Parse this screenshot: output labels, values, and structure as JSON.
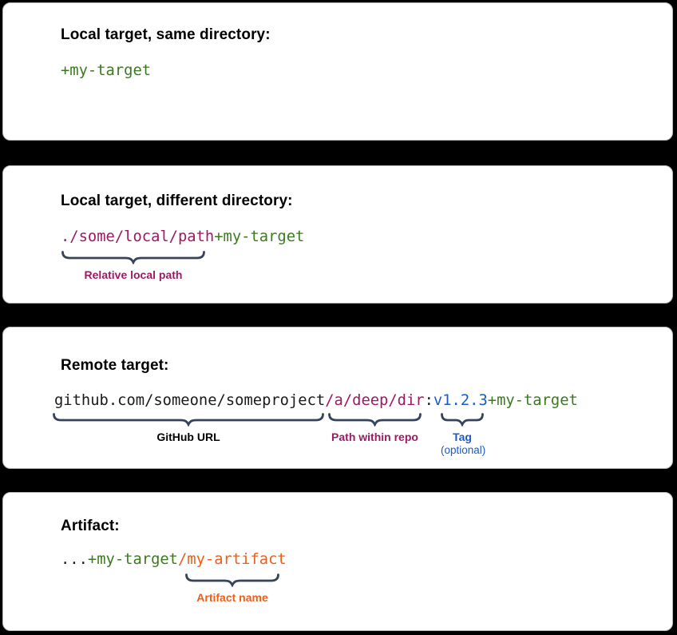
{
  "colors": {
    "plain": "#1a1a1a",
    "green": "#3a7a1f",
    "magenta": "#9b1a64",
    "blue": "#1a5bcb",
    "orange": "#ee5e1a",
    "brace": "#36435a",
    "heading": "#000000"
  },
  "panels": [
    {
      "title": "Local target, same directory:",
      "code": [
        {
          "text": "+my-target",
          "color": "green"
        }
      ],
      "annotations": []
    },
    {
      "title": "Local target, different directory:",
      "code": [
        {
          "text": "./some/local/path",
          "color": "magenta"
        },
        {
          "text": "+my-target",
          "color": "green"
        }
      ],
      "annotations": [
        {
          "label": "Relative local path",
          "color": "magenta"
        }
      ]
    },
    {
      "title": "Remote target:",
      "code": [
        {
          "text": "github.com/someone/someproject",
          "color": "plain"
        },
        {
          "text": "/a/deep/dir",
          "color": "magenta"
        },
        {
          "text": ":",
          "color": "plain"
        },
        {
          "text": "v1.2.3",
          "color": "blue"
        },
        {
          "text": "+my-target",
          "color": "green"
        }
      ],
      "annotations": [
        {
          "label": "GitHub URL",
          "color": "plain"
        },
        {
          "label": "Path within repo",
          "color": "magenta"
        },
        {
          "label": "Tag",
          "sublabel": "(optional)",
          "color": "blue"
        }
      ]
    },
    {
      "title": "Artifact:",
      "code": [
        {
          "text": "...",
          "color": "plain"
        },
        {
          "text": "+my-target",
          "color": "green"
        },
        {
          "text": "/my-artifact",
          "color": "orange"
        }
      ],
      "annotations": [
        {
          "label": "Artifact name",
          "color": "orange"
        }
      ]
    }
  ]
}
